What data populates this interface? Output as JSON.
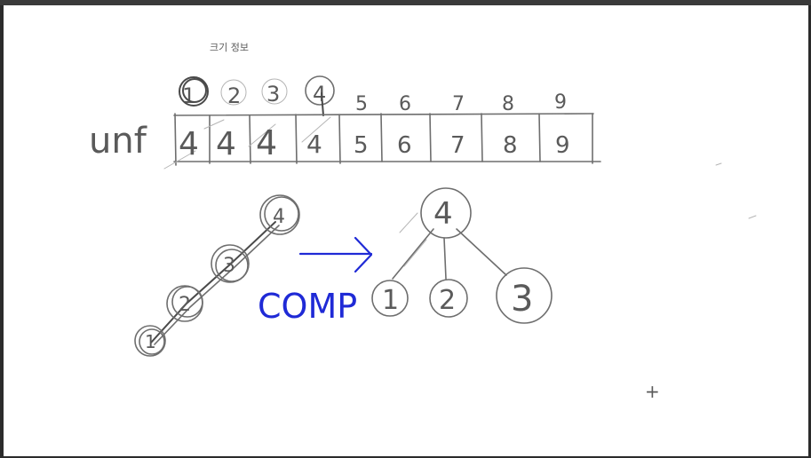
{
  "annotation": "크기 정보",
  "array": {
    "name": "unf",
    "indices": [
      "1",
      "2",
      "3",
      "4",
      "5",
      "6",
      "7",
      "8",
      "9"
    ],
    "values": [
      "4",
      "4",
      "4",
      "4",
      "5",
      "6",
      "7",
      "8",
      "9"
    ]
  },
  "chain": {
    "nodes": [
      "1",
      "2",
      "3",
      "4"
    ]
  },
  "operation": {
    "label": "COMP"
  },
  "result_tree": {
    "root": "4",
    "children": [
      "1",
      "2",
      "3"
    ]
  },
  "stray_mark": "+"
}
